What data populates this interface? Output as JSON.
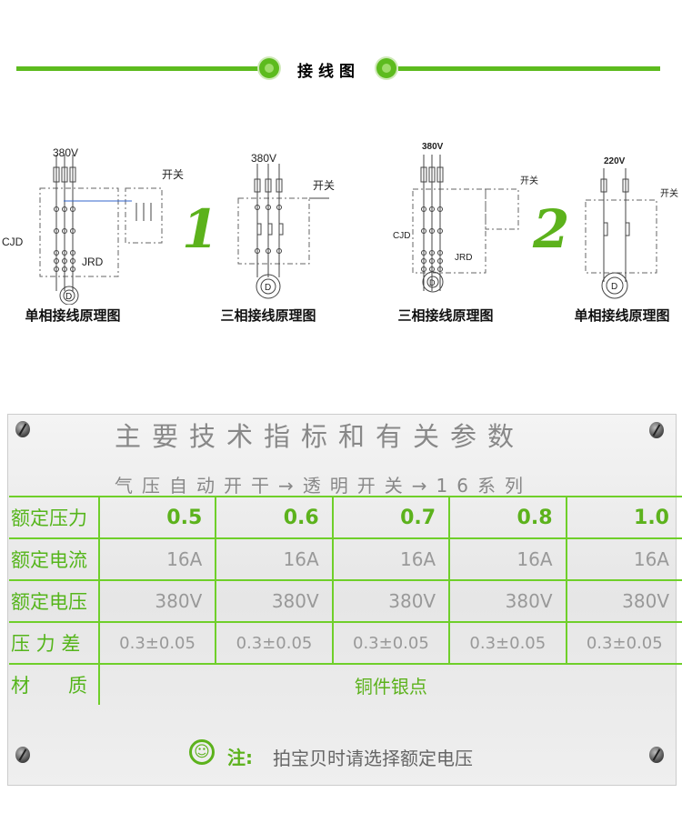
{
  "header": {
    "title": "接线图"
  },
  "diagrams": [
    {
      "voltage": "380V",
      "switch_label": "开关",
      "contactor": "CJD",
      "relay": "JRD",
      "motor": "D",
      "caption": "单相接线原理图"
    },
    {
      "voltage": "380V",
      "switch_label": "开关",
      "motor": "D",
      "caption": "三相接线原理图"
    },
    {
      "voltage": "380V",
      "switch_label": "开关",
      "contactor": "CJD",
      "relay": "JRD",
      "motor": "D",
      "caption": "三相接线原理图"
    },
    {
      "voltage": "220V",
      "switch_label": "开关",
      "motor": "D",
      "caption": "单相接线原理图"
    }
  ],
  "group_numbers": [
    "1",
    "2"
  ],
  "panel": {
    "title": "主要技术指标和有关参数",
    "subtitle": "气压自动开干→透明开关→16系列",
    "rows": [
      {
        "label": "额定压力",
        "values": [
          "0.5",
          "0.6",
          "0.7",
          "0.8",
          "1.0"
        ]
      },
      {
        "label": "额定电流",
        "values": [
          "16A",
          "16A",
          "16A",
          "16A",
          "16A"
        ]
      },
      {
        "label": "额定电压",
        "values": [
          "380V",
          "380V",
          "380V",
          "380V",
          "380V"
        ]
      },
      {
        "label": "压 力 差",
        "values": [
          "0.3±0.05",
          "0.3±0.05",
          "0.3±0.05",
          "0.3±0.05",
          "0.3±0.05"
        ]
      }
    ],
    "material": {
      "label": "材　　质",
      "value": "铜件银点"
    },
    "note_prefix": "注:",
    "note": "拍宝贝时请选择额定电压"
  },
  "colors": {
    "accent": "#5dbb1e"
  }
}
